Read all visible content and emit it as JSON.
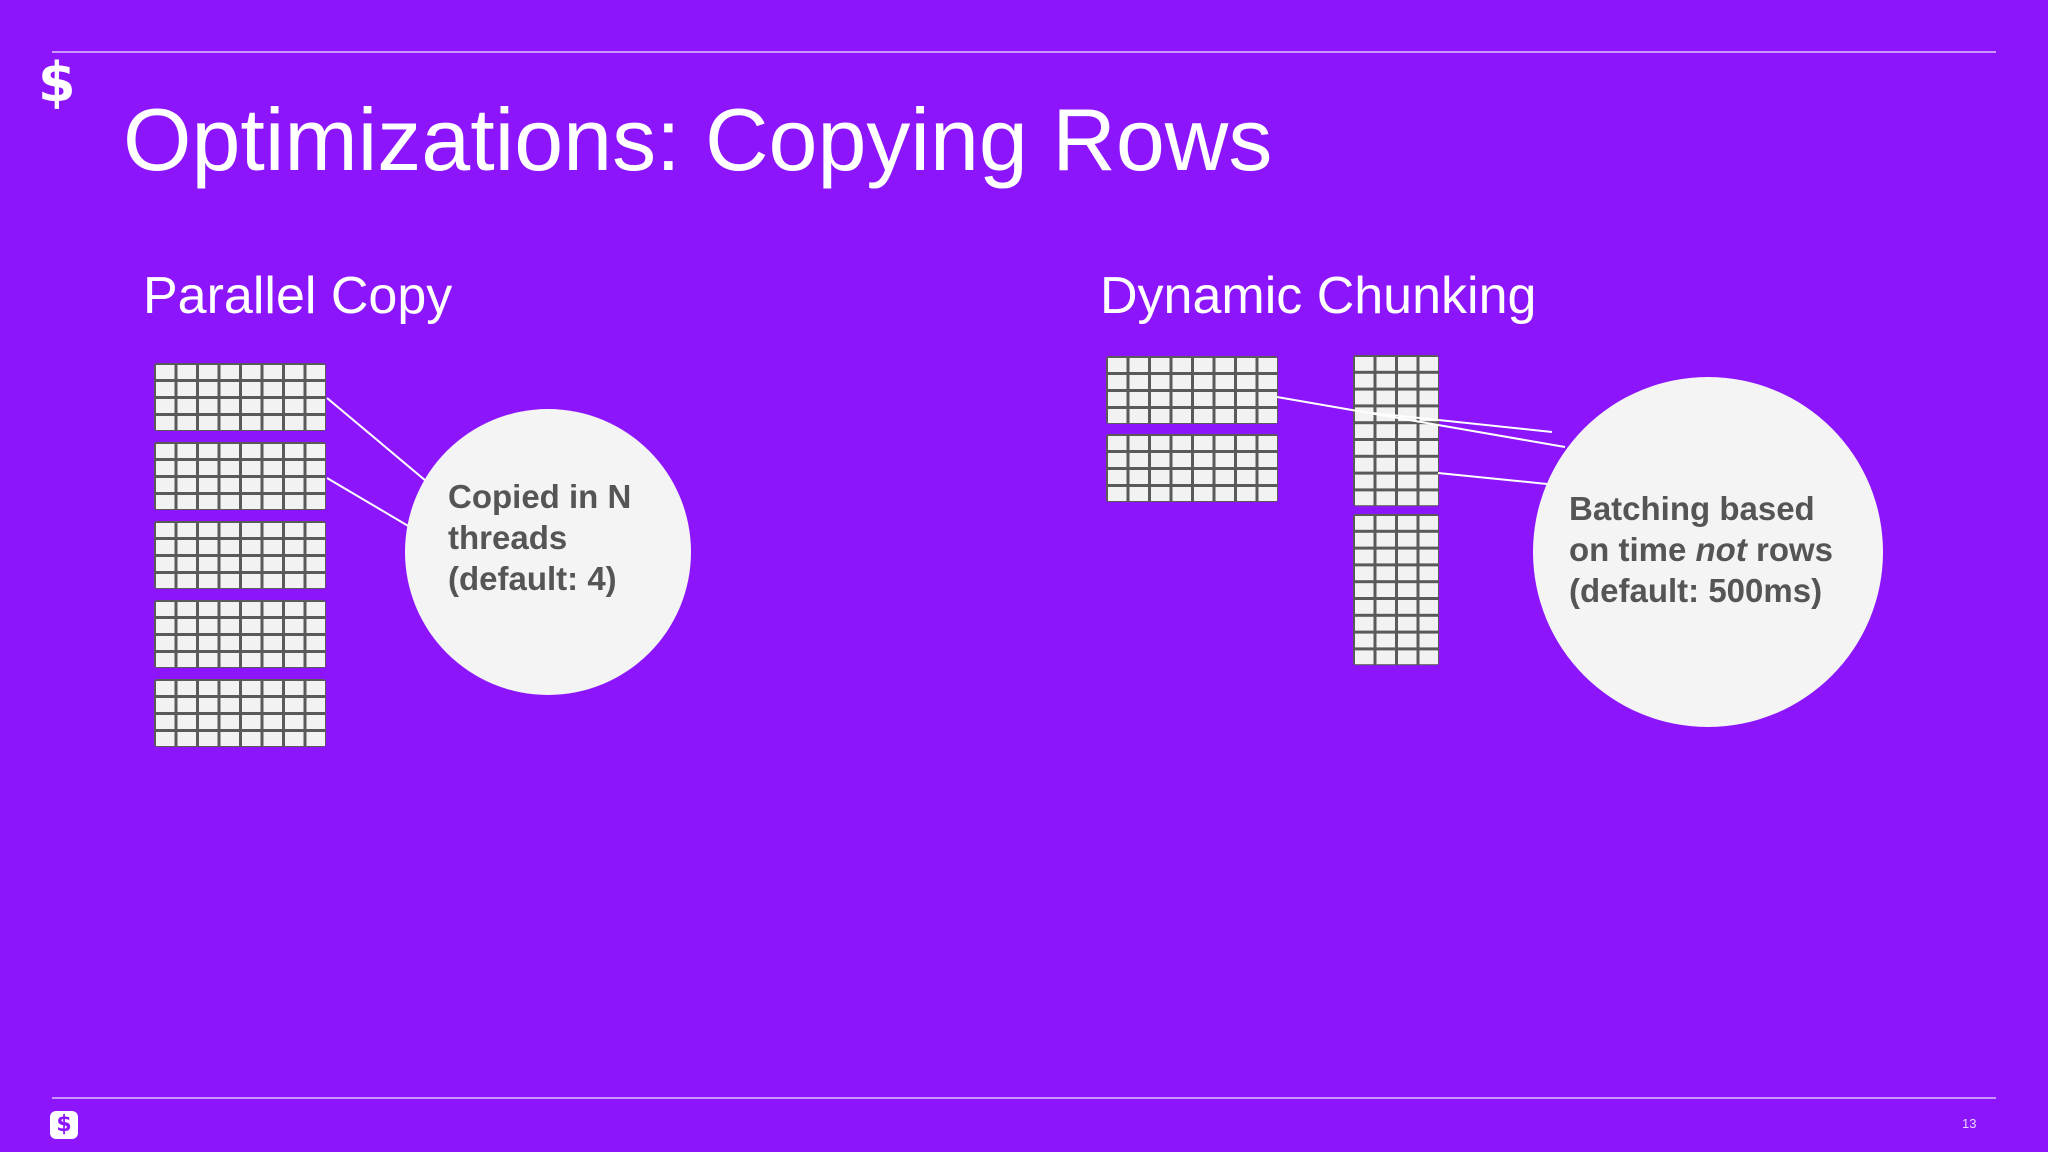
{
  "slide": {
    "logo_symbol": "$",
    "title": "Optimizations: Copying Rows",
    "page_number": "13",
    "background_color": "#8d15fb",
    "bubble_color": "#f4f4f4",
    "bubble_text_color": "#555555"
  },
  "parallel_copy": {
    "heading": "Parallel Copy",
    "bubble_lines": [
      "Copied in N",
      "threads",
      "(default: 4)"
    ],
    "grid_block_count": 5
  },
  "dynamic_chunking": {
    "heading": "Dynamic Chunking",
    "bubble_line1": "Batching based",
    "bubble_line2_pre": "on time ",
    "bubble_line2_em": "not",
    "bubble_line2_post": " rows",
    "bubble_line3": "(default: 500ms)",
    "left_grid_block_count": 2,
    "right_grid_block_count": 2
  }
}
